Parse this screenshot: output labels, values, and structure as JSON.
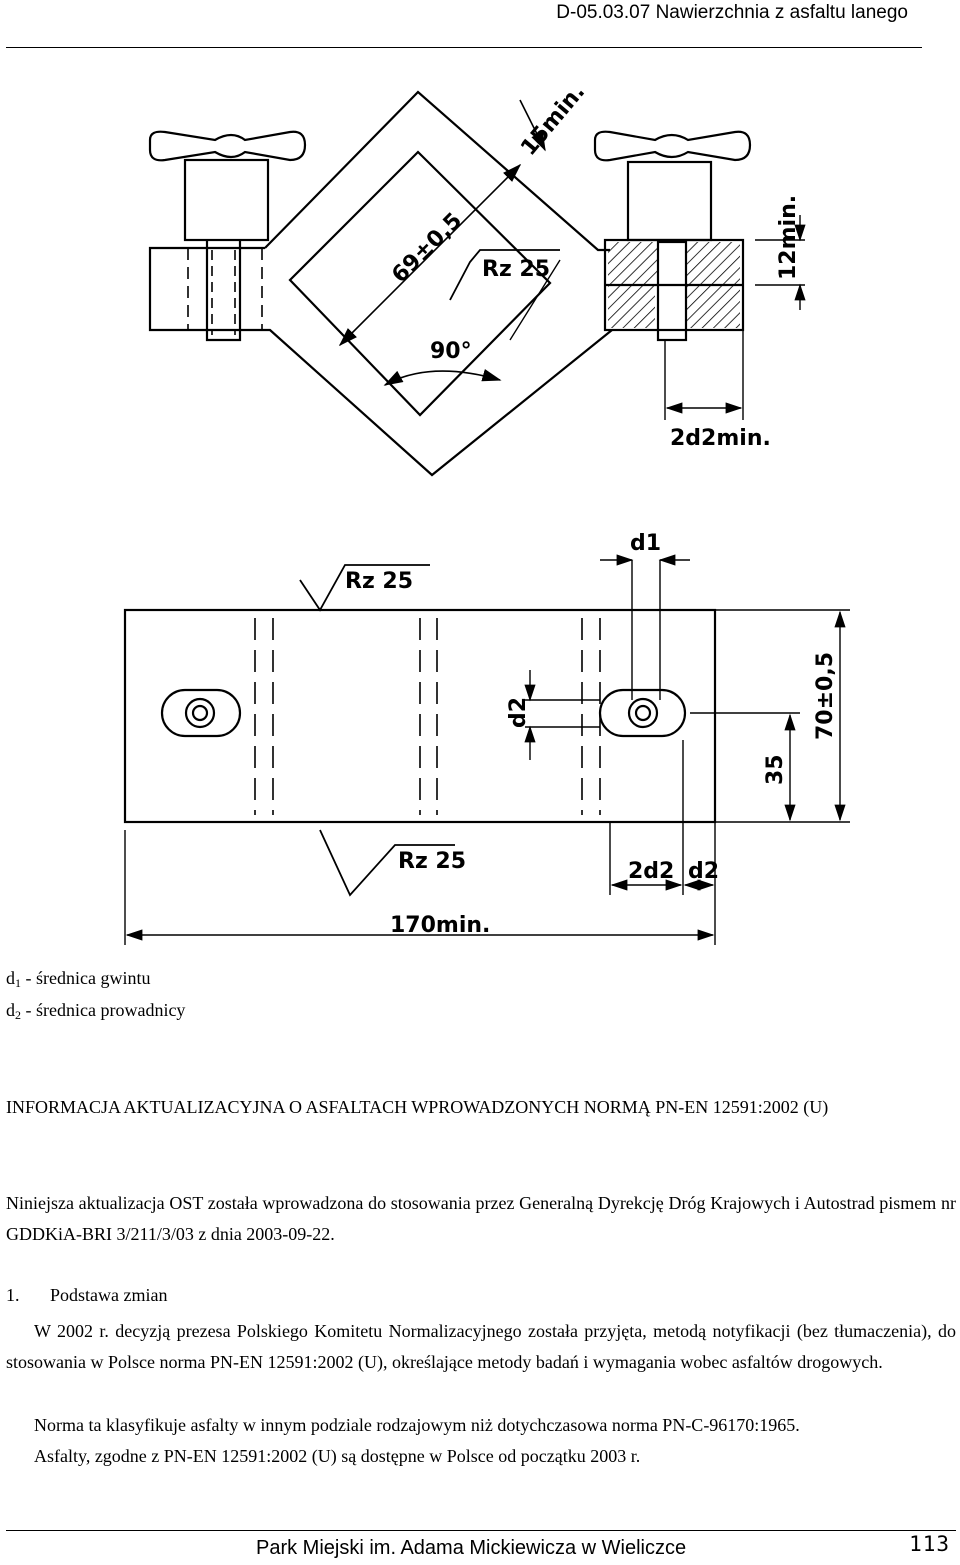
{
  "header": {
    "title": "D-05.03.07 Nawierzchnia z asfaltu lanego"
  },
  "drawing": {
    "labels": {
      "dim_69": "69±0,5",
      "dim_15min": "15min.",
      "rz25": "Rz 25",
      "angle": "90°",
      "dim_12min": "12min.",
      "dim_2d2min": "2d2min.",
      "d1": "d1",
      "d2": "d2",
      "dim_70": "70±0,5",
      "dim_35": "35",
      "dim_2d2": "2d2",
      "dim_170min": "170min."
    }
  },
  "legend": {
    "d1": {
      "sym": "d",
      "sub": "1",
      "text": " - średnica gwintu"
    },
    "d2": {
      "sym": "d",
      "sub": "2",
      "text": " - średnica prowadnicy"
    }
  },
  "body": {
    "heading": "INFORMACJA AKTUALIZACYJNA O ASFALTACH WPROWADZONYCH NORMĄ PN-EN 12591:2002 (U)",
    "intro": "Niniejsza aktualizacja OST została wprowadzona do stosowania przez Generalną Dyrekcję Dróg Krajowych i Autostrad pismem nr GDDKiA-BRI 3/211/3/03 z dnia 2003-09-22.",
    "section_num": "1.",
    "section_title": "Podstawa zmian",
    "para1": "W 2002 r. decyzją prezesa Polskiego Komitetu Normalizacyjnego została przyjęta, metodą notyfikacji (bez tłumaczenia), do stosowania w Polsce norma PN-EN 12591:2002 (U), określające metody badań i wymagania wobec asfaltów drogowych.",
    "para2": "Norma ta klasyfikuje asfalty w innym podziale rodzajowym niż dotychczasowa norma PN-C-96170:1965.",
    "para3": "Asfalty, zgodne z PN-EN 12591:2002 (U) są dostępne w Polsce od początku 2003 r."
  },
  "footer": {
    "text": "Park Miejski im. Adama Mickiewicza w Wieliczce",
    "page": "113"
  }
}
